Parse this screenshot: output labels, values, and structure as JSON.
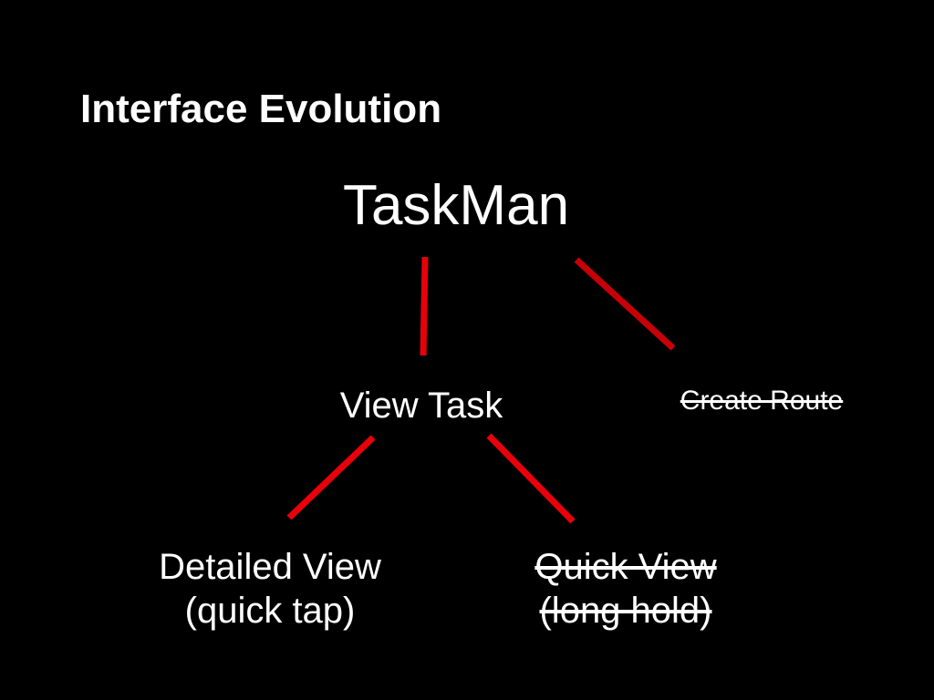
{
  "slide": {
    "title": "Interface Evolution",
    "accent_color": "#e8000b",
    "background_color": "#000000",
    "text_color": "#ffffff"
  },
  "tree": {
    "root": {
      "label": "TaskMan"
    },
    "view_task": {
      "label": "View Task"
    },
    "create_route": {
      "label": "Create Route",
      "struck_through": true
    },
    "detailed_view": {
      "line1": "Detailed View",
      "line2": "(quick tap)"
    },
    "quick_view": {
      "line1": "Quick View",
      "line2": "(long hold)",
      "struck_through": true
    }
  }
}
